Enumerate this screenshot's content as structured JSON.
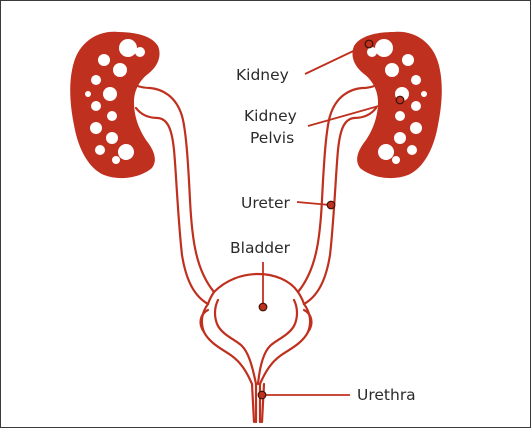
{
  "diagram": {
    "labels": {
      "kidney": "Kidney",
      "kidney_pelvis_line1": "Kidney",
      "kidney_pelvis_line2": "Pelvis",
      "ureter": "Ureter",
      "bladder": "Bladder",
      "urethra": "Urethra"
    },
    "colors": {
      "organ": "#c0301e",
      "text": "#2b2b2b",
      "frame": "#3a3a3a",
      "background": "#ffffff"
    }
  }
}
